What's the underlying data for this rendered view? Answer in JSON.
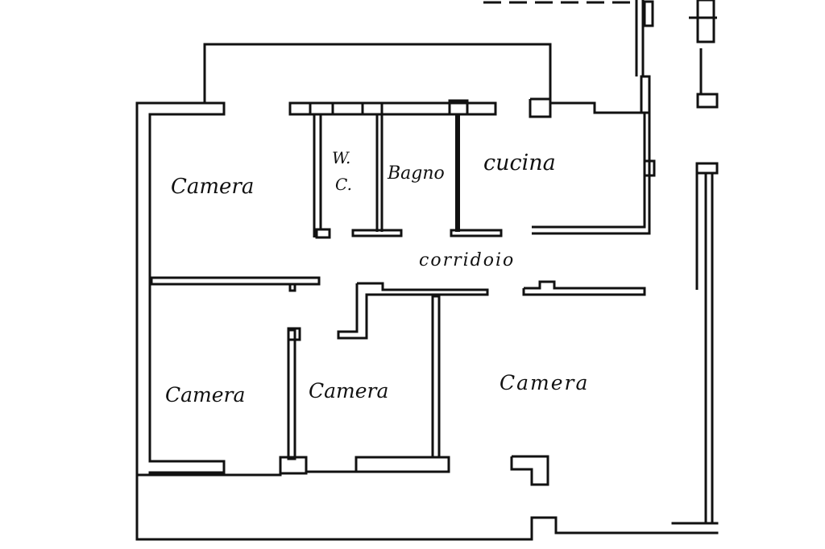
{
  "plan": {
    "rooms": {
      "camera_top_left": "Camera",
      "wc_line1": "W.",
      "wc_line2": "C.",
      "bagno": "Bagno",
      "cucina": "cucina",
      "corridoio": "corridoio",
      "camera_bottom_left": "Camera",
      "camera_bottom_middle": "Camera",
      "camera_bottom_right": "Camera"
    },
    "colors": {
      "wall": "#111111",
      "background": "#ffffff"
    }
  }
}
